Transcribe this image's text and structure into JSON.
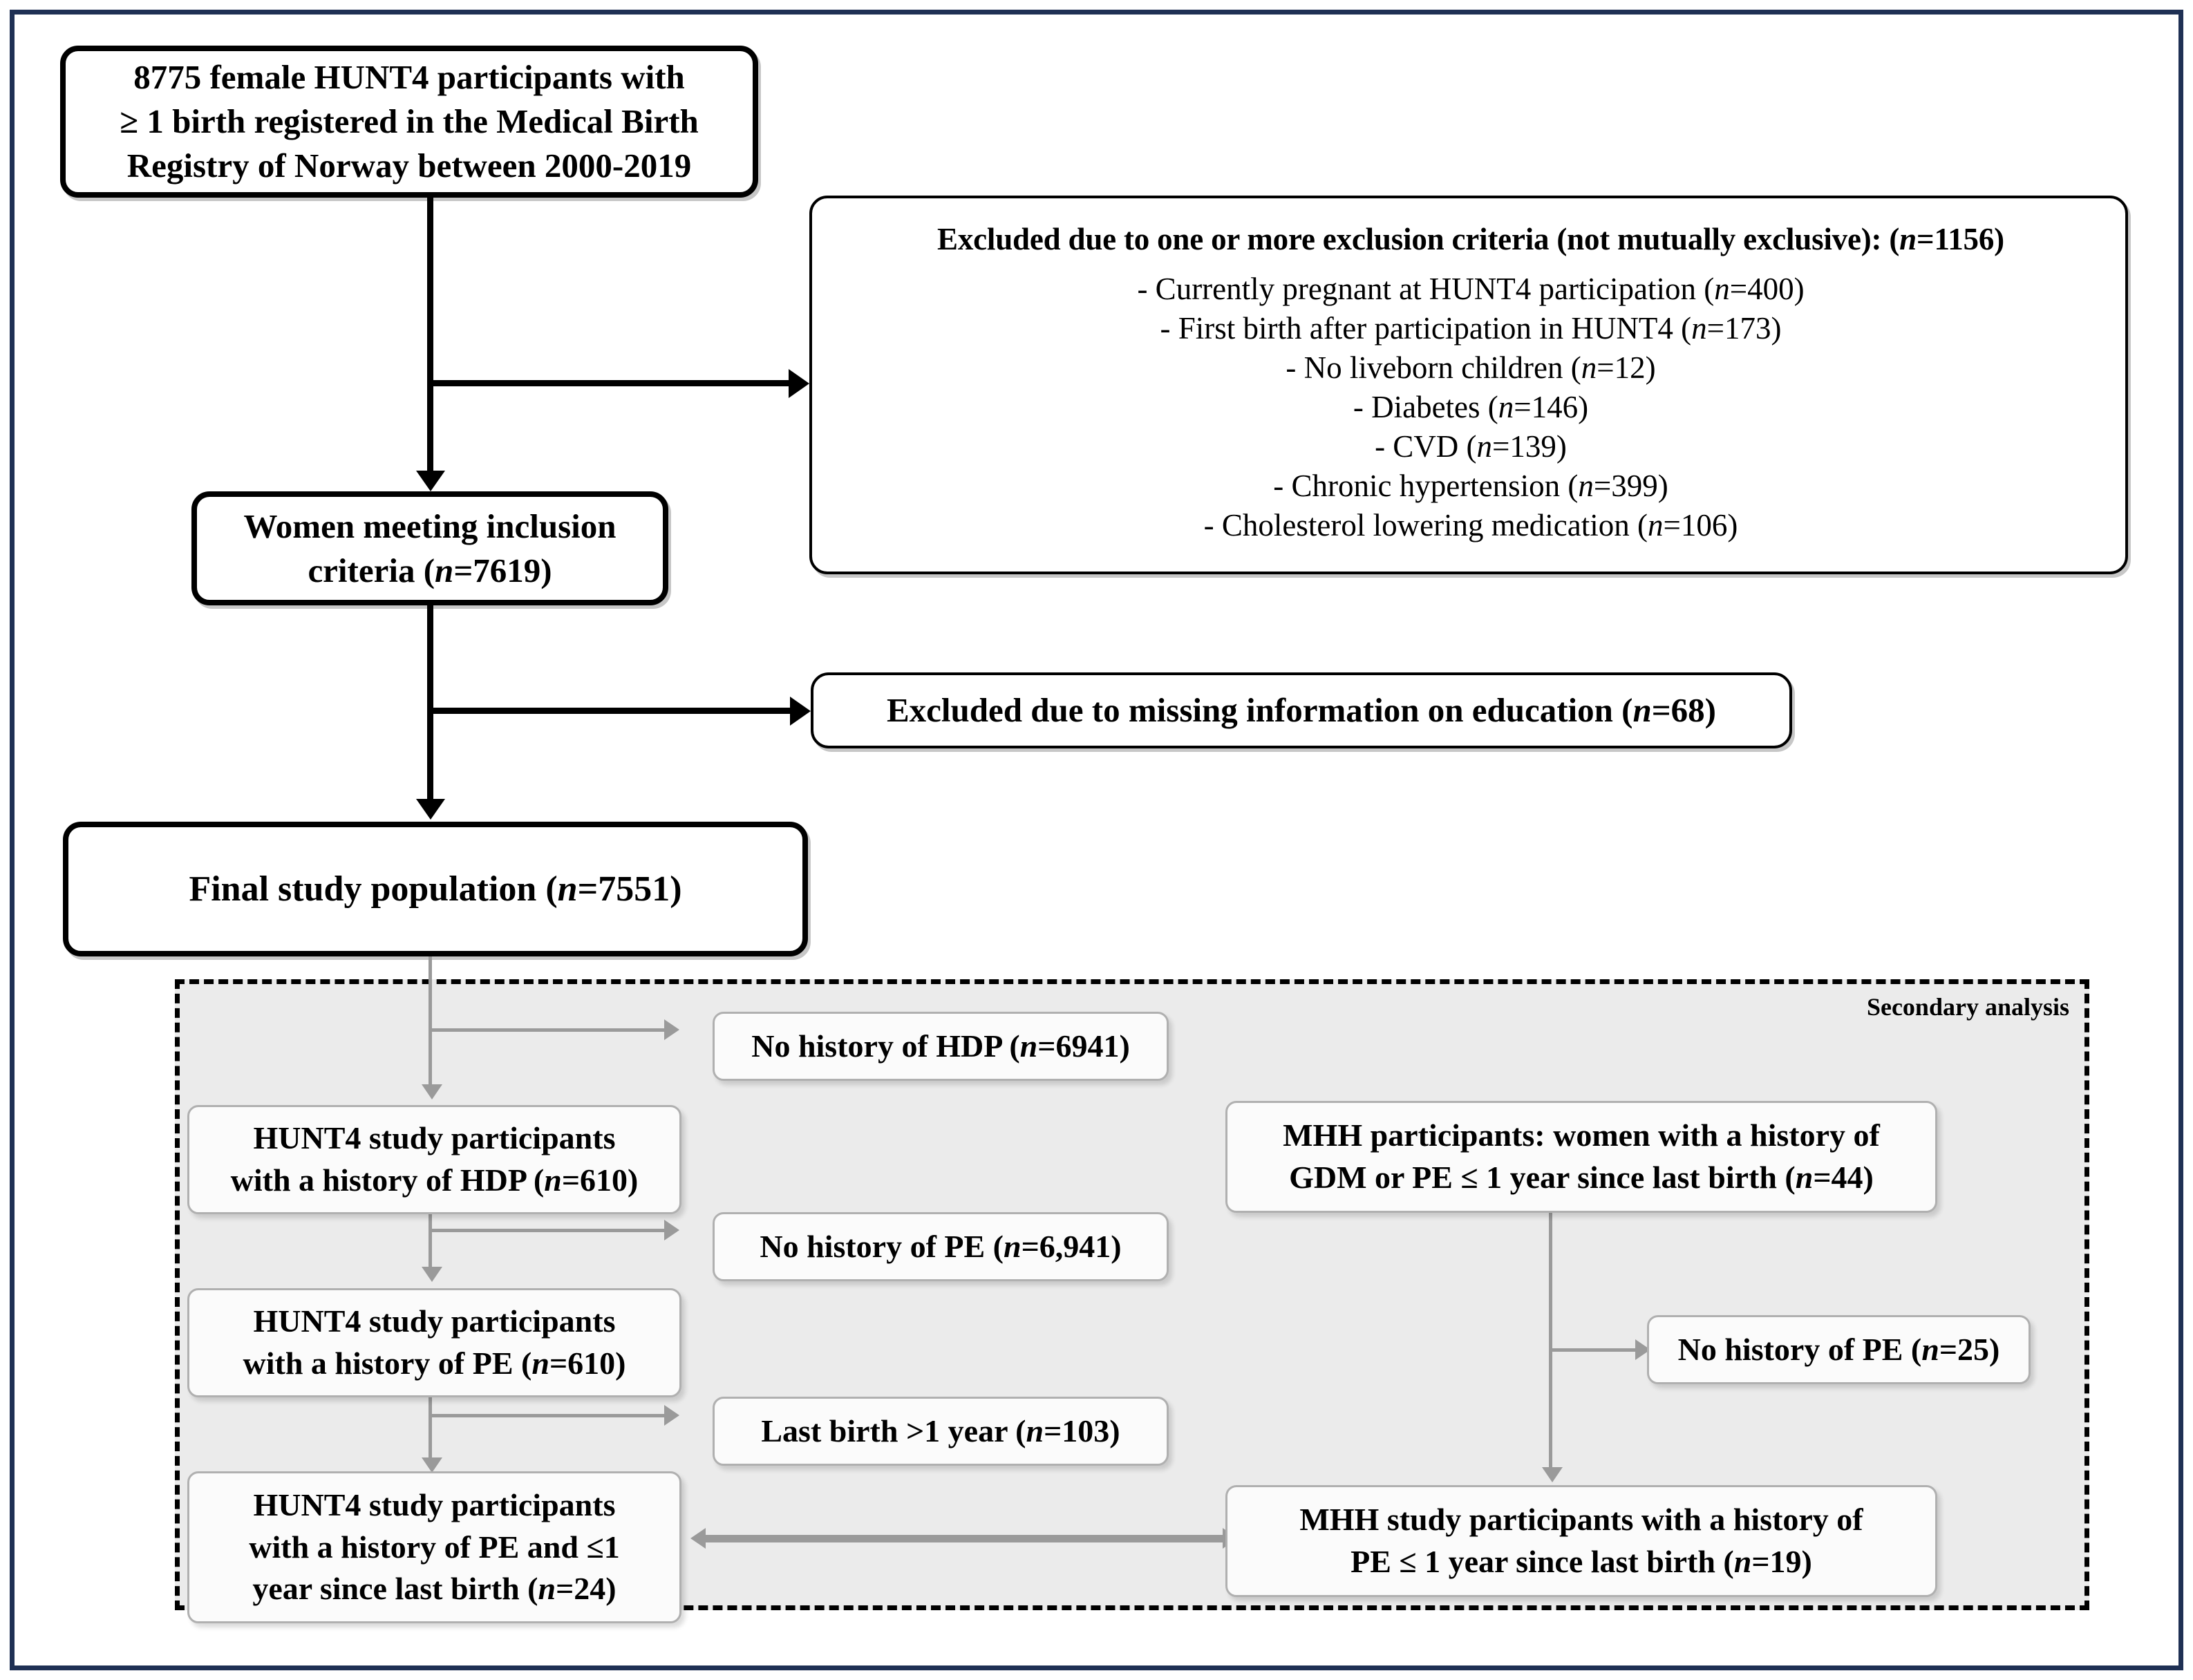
{
  "figure": {
    "type": "flowchart",
    "title": "Study population flow diagram",
    "frame_color": "#1f3054",
    "panel_fill": "#ebebeb",
    "secondary_connector_color": "#9a9a9a"
  },
  "nodes": {
    "source_population": {
      "line1": "8775 female HUNT4 participants with",
      "line2": "≥ 1 birth registered in the Medical Birth",
      "line3": "Registry of Norway between 2000-2019"
    },
    "exclusions": {
      "title_text": "Excluded due to one or more exclusion criteria (not mutually exclusive): (",
      "title_n_italic": "n",
      "title_n_value": "=1156)",
      "items": [
        {
          "label": "- Currently pregnant at HUNT4 participation (",
          "n": "n",
          "value": "=400)"
        },
        {
          "label": "- First birth after participation in HUNT4 (",
          "n": "n",
          "value": "=173)"
        },
        {
          "label": "- No liveborn children (",
          "n": "n",
          "value": "=12)"
        },
        {
          "label": "- Diabetes (",
          "n": "n",
          "value": "=146)"
        },
        {
          "label": "- CVD (",
          "n": "n",
          "value": "=139)"
        },
        {
          "label": "- Chronic hypertension (",
          "n": "n",
          "value": "=399)"
        },
        {
          "label": "- Cholesterol lowering medication (",
          "n": "n",
          "value": "=106)"
        }
      ]
    },
    "inclusion": {
      "line1": "Women meeting inclusion",
      "line2_pre": "criteria (",
      "line2_n": "n",
      "line2_post": "=7619)"
    },
    "education_excluded": {
      "pre": "Excluded due to missing information on education (",
      "n": "n",
      "post": "=68)"
    },
    "final_population": {
      "pre": "Final study population (",
      "n": "n",
      "post": "=7551)"
    },
    "no_hdp": {
      "pre": "No history of HDP (",
      "n": "n",
      "post": "=6941)"
    },
    "hunt4_hdp": {
      "line1": "HUNT4 study participants",
      "line2_pre": "with a history of HDP (",
      "line2_n": "n",
      "line2_post": "=610)"
    },
    "no_pe_hunt4": {
      "pre": "No history of PE (",
      "n": "n",
      "post": "=6,941)"
    },
    "hunt4_pe": {
      "line1": "HUNT4 study participants",
      "line2_pre": "with a history of PE (",
      "line2_n": "n",
      "line2_post": "=610)"
    },
    "last_birth_over_1y": {
      "pre": "Last birth >1 year (",
      "n": "n",
      "post": "=103)"
    },
    "hunt4_pe_1y": {
      "line1": "HUNT4 study participants",
      "line2": "with a history of PE and ≤1",
      "line3_pre": "year since last birth (",
      "line3_n": "n",
      "line3_post": "=24)"
    },
    "mhh_participants": {
      "line1": "MHH participants: women with a history of",
      "line2_pre": "GDM or PE ≤ 1 year since last birth (",
      "line2_n": "n",
      "line2_post": "=44)"
    },
    "no_pe_mhh": {
      "pre": "No history of PE (",
      "n": "n",
      "post": "=25)"
    },
    "mhh_study_pe_1y": {
      "line1": "MHH study participants with a history of",
      "line2_pre": "PE ≤ 1 year since last birth (",
      "line2_n": "n",
      "line2_post": "=19)"
    },
    "secondary_analysis_label": "Secondary analysis"
  },
  "chart_data": {
    "type": "flowchart",
    "title": "Study population flow diagram",
    "counts": {
      "source_population": 8775,
      "excluded_total": 1156,
      "excluded_currently_pregnant": 400,
      "excluded_first_birth_after_participation": 173,
      "excluded_no_liveborn_children": 12,
      "excluded_diabetes": 146,
      "excluded_cvd": 139,
      "excluded_chronic_hypertension": 399,
      "excluded_cholesterol_medication": 106,
      "meeting_inclusion_criteria": 7619,
      "excluded_missing_education": 68,
      "final_study_population": 7551,
      "no_history_hdp": 6941,
      "hunt4_history_hdp": 610,
      "no_history_pe_hunt4": 6941,
      "hunt4_history_pe": 610,
      "last_birth_over_1_year": 103,
      "hunt4_pe_within_1_year": 24,
      "mhh_participants": 44,
      "mhh_no_history_pe": 25,
      "mhh_study_pe_within_1_year": 19
    },
    "edges": [
      {
        "from": "source_population",
        "to": "excluded_total",
        "style": "solid-black"
      },
      {
        "from": "source_population",
        "to": "meeting_inclusion_criteria",
        "style": "solid-black"
      },
      {
        "from": "meeting_inclusion_criteria",
        "to": "excluded_missing_education",
        "style": "solid-black"
      },
      {
        "from": "meeting_inclusion_criteria",
        "to": "final_study_population",
        "style": "solid-black"
      },
      {
        "from": "final_study_population",
        "to": "no_history_hdp",
        "style": "solid-grey"
      },
      {
        "from": "final_study_population",
        "to": "hunt4_history_hdp",
        "style": "solid-grey"
      },
      {
        "from": "hunt4_history_hdp",
        "to": "no_history_pe_hunt4",
        "style": "solid-grey"
      },
      {
        "from": "hunt4_history_hdp",
        "to": "hunt4_history_pe",
        "style": "solid-grey"
      },
      {
        "from": "hunt4_history_pe",
        "to": "last_birth_over_1_year",
        "style": "solid-grey"
      },
      {
        "from": "hunt4_history_pe",
        "to": "hunt4_pe_within_1_year",
        "style": "solid-grey"
      },
      {
        "from": "mhh_participants",
        "to": "mhh_no_history_pe",
        "style": "solid-grey"
      },
      {
        "from": "mhh_participants",
        "to": "mhh_study_pe_within_1_year",
        "style": "solid-grey"
      },
      {
        "from": "hunt4_pe_within_1_year",
        "to": "mhh_study_pe_within_1_year",
        "style": "solid-grey-bidirectional"
      }
    ]
  }
}
